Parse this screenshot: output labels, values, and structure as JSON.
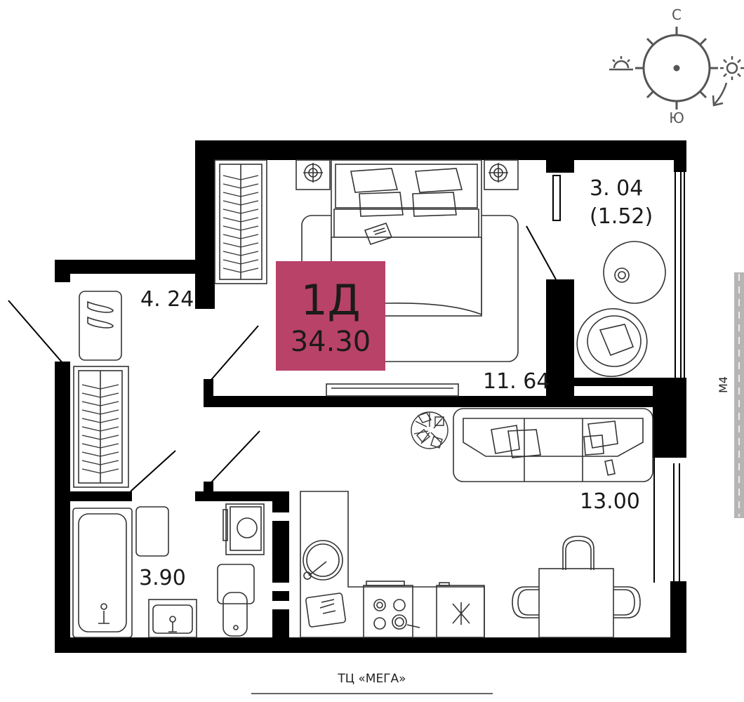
{
  "compass": {
    "north": "С",
    "south": "Ю"
  },
  "apartment": {
    "type": "1Д",
    "total_area": "34.30",
    "badge_color": "#B94268"
  },
  "rooms": {
    "bedroom": "11. 64",
    "balcony": "3. 04",
    "balcony_reduced": "(1.52)",
    "hallway": "4. 24",
    "living_kitchen": "13.00",
    "bathroom": "3.90"
  },
  "landmarks": {
    "bottom": "ТЦ «МЕГА»",
    "right": "М4"
  },
  "colors": {
    "wall": "#000000",
    "furniture_line": "#333333",
    "road": "#b5b5b5"
  }
}
